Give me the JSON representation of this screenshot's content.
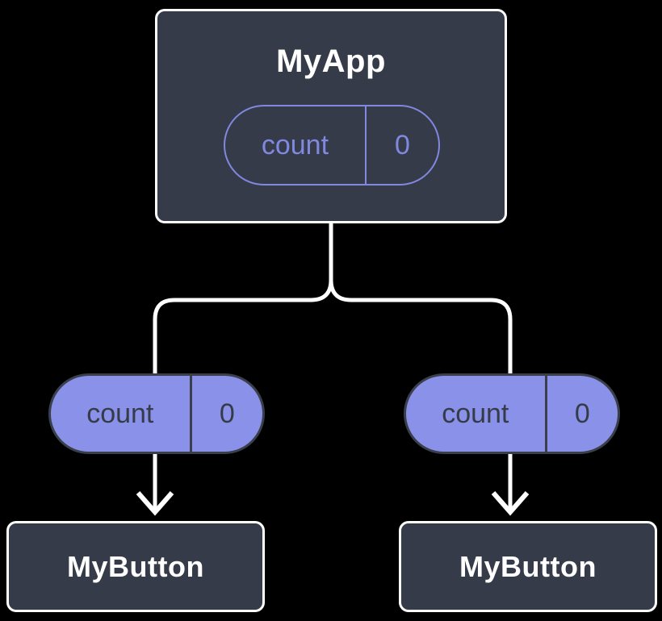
{
  "diagram": {
    "kind": "component-state-tree",
    "root": {
      "label": "MyApp",
      "state_pill": {
        "name": "count",
        "value": "0"
      }
    },
    "children": [
      {
        "pill": {
          "name": "count",
          "value": "0"
        },
        "label": "MyButton"
      },
      {
        "pill": {
          "name": "count",
          "value": "0"
        },
        "label": "MyButton"
      }
    ],
    "colors": {
      "background": "#000000",
      "node_fill": "#353b48",
      "node_border": "#ffffff",
      "accent_purple": "#8088e0",
      "pill_fill": "#8a91e8",
      "pill_border": "#3a3f4c",
      "pill_text": "#363b49",
      "connector": "#ffffff"
    }
  }
}
